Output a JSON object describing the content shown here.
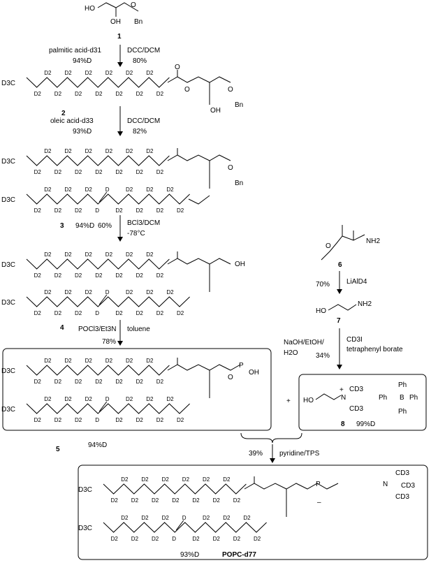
{
  "compounds": {
    "c1": {
      "number": "1",
      "oh1": "HO",
      "oh2": "OH",
      "o": "O",
      "bn": "Bn"
    },
    "c2": {
      "number": "2",
      "o_carbonyl": "O",
      "o_ester": "O",
      "oh": "OH",
      "o": "O",
      "bn": "Bn"
    },
    "c3": {
      "number": "3",
      "yield": "94%D",
      "o": "O",
      "bn": "Bn"
    },
    "c4": {
      "number": "4",
      "oh": "OH"
    },
    "c5": {
      "number": "5",
      "yield": "94%D",
      "p": "P",
      "oh": "OH",
      "o": "O"
    },
    "c6": {
      "number": "6",
      "nh2": "NH2",
      "o": "O"
    },
    "c7": {
      "number": "7",
      "ho": "HO",
      "nh2": "NH2"
    },
    "c8": {
      "number": "8",
      "yield": "99%D",
      "ho": "HO",
      "n": "N",
      "cd3": "CD3",
      "ph": "Ph",
      "b": "B",
      "plus": "+"
    },
    "popc": {
      "name": "POPC-d77",
      "yield": "93%D",
      "p": "P",
      "n": "N",
      "cd3": "CD3",
      "minus": "–"
    }
  },
  "chain_labels": {
    "d2": "D2",
    "d3c": "D3C",
    "d": "D"
  },
  "steps": [
    {
      "left": "palmitic acid-d31",
      "left2": "94%D",
      "right": "DCC/DCM",
      "right2": "80%"
    },
    {
      "left": "oleic acid-d33",
      "left2": "93%D",
      "right": "DCC/DCM",
      "right2": "82%"
    },
    {
      "left": "60%",
      "right": "BCl3/DCM",
      "right2": "-78°C"
    },
    {
      "left": "POCl3/Et3N",
      "right": "toluene",
      "below": "78%"
    },
    {
      "left": "70%",
      "right": "LiAlD4"
    },
    {
      "left": "NaOH/EtOH/",
      "left2": "H2O",
      "left3": "34%",
      "right": "CD3I",
      "right2": "tetraphenyl borate"
    },
    {
      "left": "39%",
      "right": "pyridine/TPS"
    }
  ],
  "plus_sign": "+"
}
